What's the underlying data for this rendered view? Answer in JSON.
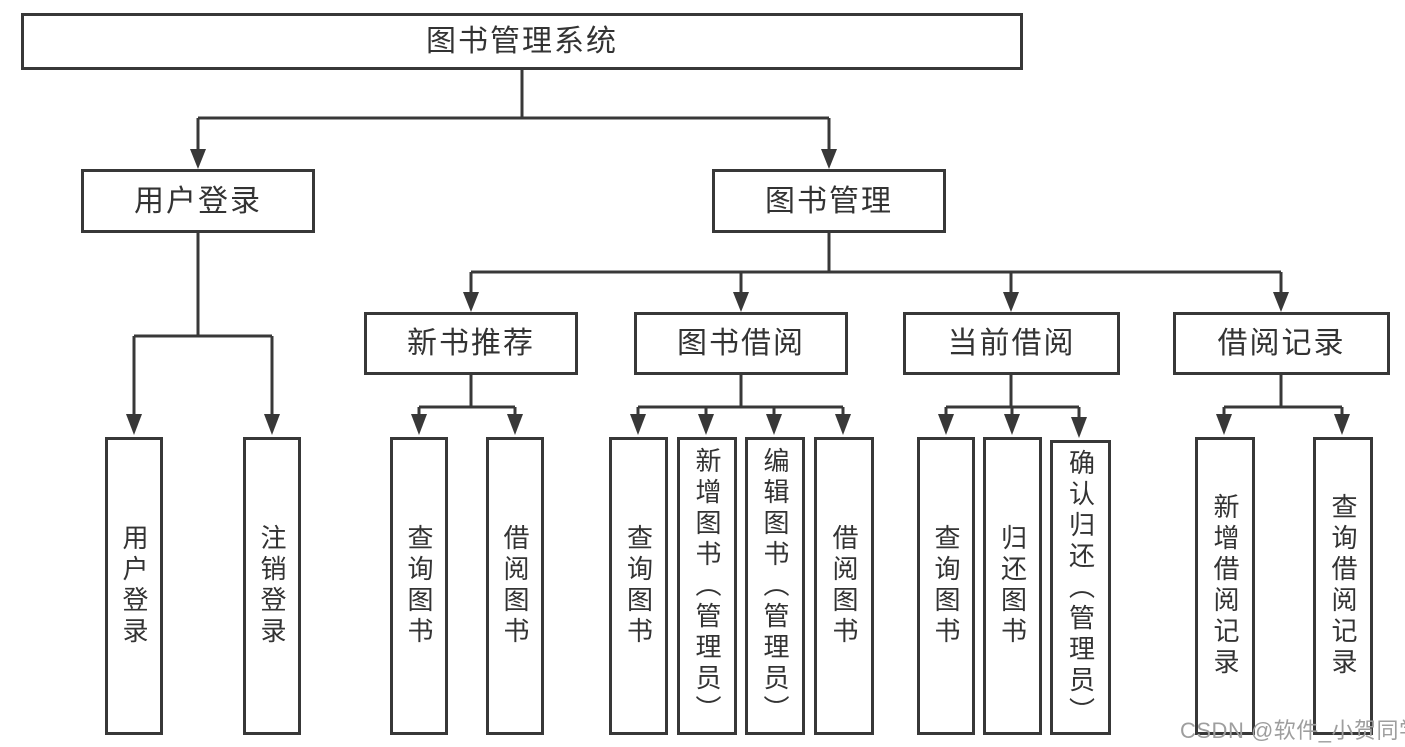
{
  "nodes": {
    "root": {
      "label": "图书管理系统"
    },
    "user_login": {
      "label": "用户登录"
    },
    "book_mgmt": {
      "label": "图书管理"
    },
    "new_book_rec": {
      "label": "新书推荐"
    },
    "book_borrow": {
      "label": "图书借阅"
    },
    "current_borrow": {
      "label": "当前借阅"
    },
    "borrow_records": {
      "label": "借阅记录"
    },
    "ul_login": {
      "label": "用户登录"
    },
    "ul_logout": {
      "label": "注销登录"
    },
    "nr_query_book": {
      "label": "查询图书"
    },
    "nr_borrow_book": {
      "label": "借阅图书"
    },
    "bb_query_book": {
      "label": "查询图书"
    },
    "bb_add_book": {
      "label": "新增图书（管理员）"
    },
    "bb_edit_book": {
      "label": "编辑图书（管理员）"
    },
    "bb_borrow_book": {
      "label": "借阅图书"
    },
    "cb_query_book": {
      "label": "查询图书"
    },
    "cb_return_book": {
      "label": "归还图书"
    },
    "cb_confirm_return": {
      "label": "确认归还（管理员）"
    },
    "br_add_record": {
      "label": "新增借阅记录"
    },
    "br_query_record": {
      "label": "查询借阅记录"
    }
  },
  "watermark": "CSDN @软件_小贺同学",
  "colors": {
    "line": "#383838",
    "text": "#333333",
    "watermark": "#9e9e9e",
    "background": "#ffffff"
  }
}
